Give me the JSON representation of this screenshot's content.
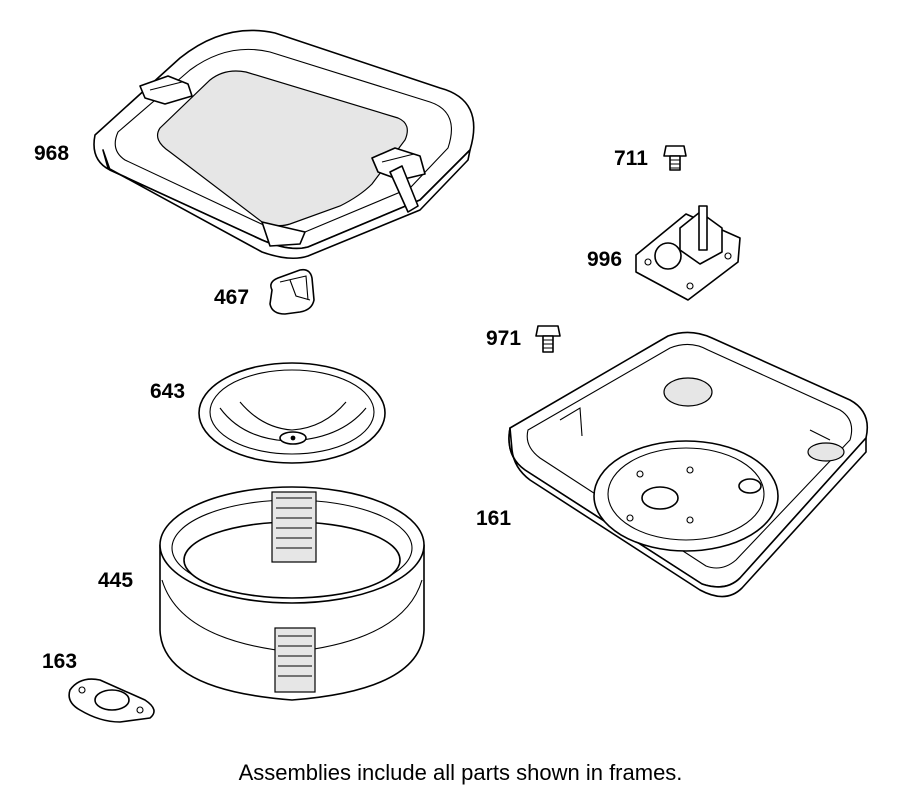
{
  "diagram": {
    "parts": [
      {
        "id": "part-968",
        "number": "968"
      },
      {
        "id": "part-467",
        "number": "467"
      },
      {
        "id": "part-643",
        "number": "643"
      },
      {
        "id": "part-445",
        "number": "445"
      },
      {
        "id": "part-163",
        "number": "163"
      },
      {
        "id": "part-711",
        "number": "711"
      },
      {
        "id": "part-996",
        "number": "996"
      },
      {
        "id": "part-971",
        "number": "971"
      },
      {
        "id": "part-161",
        "number": "161"
      }
    ],
    "caption": "Assemblies include all parts shown in frames."
  }
}
